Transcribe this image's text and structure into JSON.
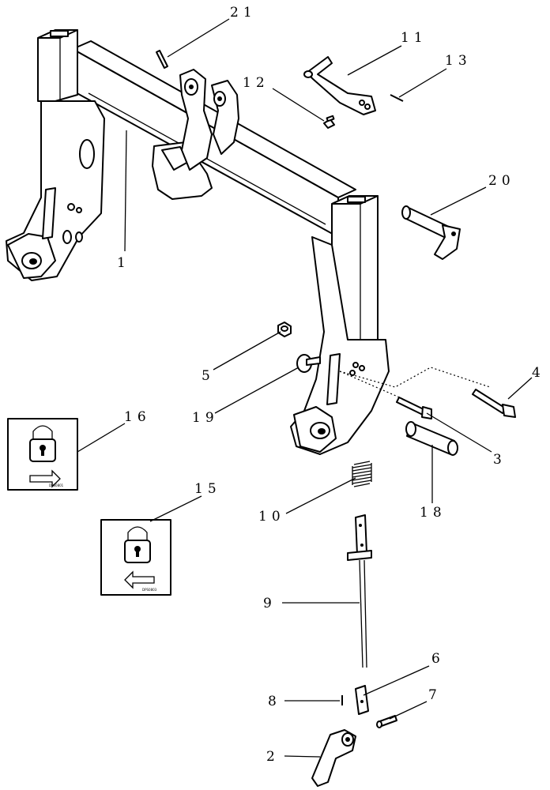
{
  "diagram": {
    "callouts": {
      "c1": "1",
      "c2": "2",
      "c3": "3",
      "c4": "4",
      "c5": "5",
      "c6": "6",
      "c7": "7",
      "c8": "8",
      "c9": "9",
      "c10": "10",
      "c11": "11",
      "c12": "12",
      "c13": "13",
      "c15": "15",
      "c16": "16",
      "c18": "18",
      "c19": "19",
      "c20": "20",
      "c21": "21"
    },
    "decals": {
      "right_arrow_code": "DPS0801",
      "left_arrow_code": "DPS0803"
    }
  }
}
